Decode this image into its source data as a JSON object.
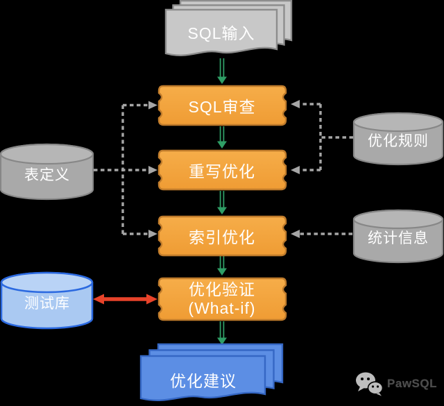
{
  "nodes": {
    "sql_input": {
      "label": "SQL输入",
      "type": "document-stack",
      "color": "gray"
    },
    "sql_review": {
      "label": "SQL审查",
      "type": "process",
      "color": "orange"
    },
    "rewrite_opt": {
      "label": "重写优化",
      "type": "process",
      "color": "orange"
    },
    "index_opt": {
      "label": "索引优化",
      "type": "process",
      "color": "orange"
    },
    "opt_validate": {
      "line1": "优化验证",
      "line2": "(What-if)",
      "type": "process",
      "color": "orange"
    },
    "opt_suggest": {
      "label": "优化建议",
      "type": "document-stack",
      "color": "blue"
    },
    "table_def": {
      "label": "表定义",
      "type": "datastore",
      "color": "gray"
    },
    "opt_rules": {
      "label": "优化规则",
      "type": "datastore",
      "color": "gray"
    },
    "stats_info": {
      "label": "统计信息",
      "type": "datastore",
      "color": "gray"
    },
    "test_db": {
      "label": "测试库",
      "type": "datastore",
      "color": "blue"
    }
  },
  "edges": [
    {
      "from": "sql_input",
      "to": "sql_review",
      "style": "solid-green-arrow"
    },
    {
      "from": "sql_review",
      "to": "rewrite_opt",
      "style": "solid-green-arrow"
    },
    {
      "from": "rewrite_opt",
      "to": "index_opt",
      "style": "solid-green-arrow"
    },
    {
      "from": "index_opt",
      "to": "opt_validate",
      "style": "solid-green-arrow"
    },
    {
      "from": "opt_validate",
      "to": "opt_suggest",
      "style": "solid-green-arrow"
    },
    {
      "from": "table_def",
      "to": "sql_review",
      "style": "dashed-gray-arrow"
    },
    {
      "from": "table_def",
      "to": "rewrite_opt",
      "style": "dashed-gray-arrow"
    },
    {
      "from": "table_def",
      "to": "index_opt",
      "style": "dashed-gray-arrow"
    },
    {
      "from": "opt_rules",
      "to": "sql_review",
      "style": "dashed-gray-arrow"
    },
    {
      "from": "opt_rules",
      "to": "rewrite_opt",
      "style": "dashed-gray-arrow"
    },
    {
      "from": "stats_info",
      "to": "index_opt",
      "style": "dashed-gray-arrow"
    },
    {
      "from": "test_db",
      "to": "opt_validate",
      "style": "red-double-arrow"
    }
  ],
  "colors": {
    "background": "#000000",
    "process_fill": "#f3a43e",
    "process_border": "#bf7b2b",
    "doc_gray_fill": "#c8c8c8",
    "doc_gray_border": "#8d8d8d",
    "doc_blue_fill": "#5c8ee4",
    "doc_blue_border": "#3567c4",
    "datastore_gray_fill": "#a9a9a9",
    "datastore_gray_border": "#878787",
    "datastore_blue_fill": "#aac9f2",
    "datastore_blue_border": "#2b69e0",
    "flow_arrow_green": "#2f9e66",
    "dashed_link_gray": "#a6a6a6",
    "validate_link_red": "#e8432a",
    "label_text": "#ffffff"
  },
  "watermark": {
    "brand": "PawSQL"
  }
}
